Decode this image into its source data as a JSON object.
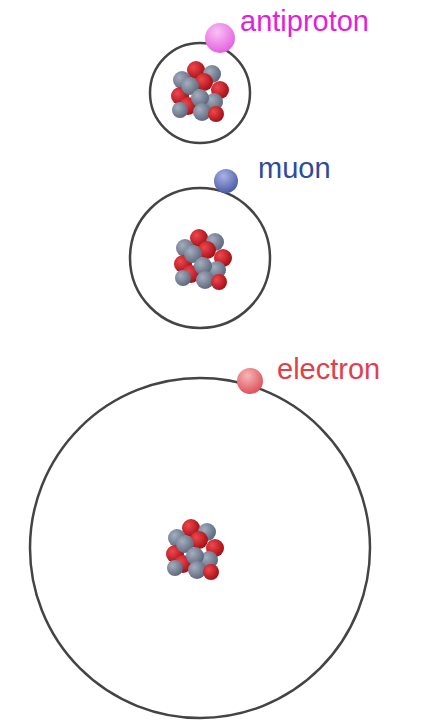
{
  "diagram": {
    "labels": [
      "antiproton",
      "muon",
      "electron"
    ]
  }
}
